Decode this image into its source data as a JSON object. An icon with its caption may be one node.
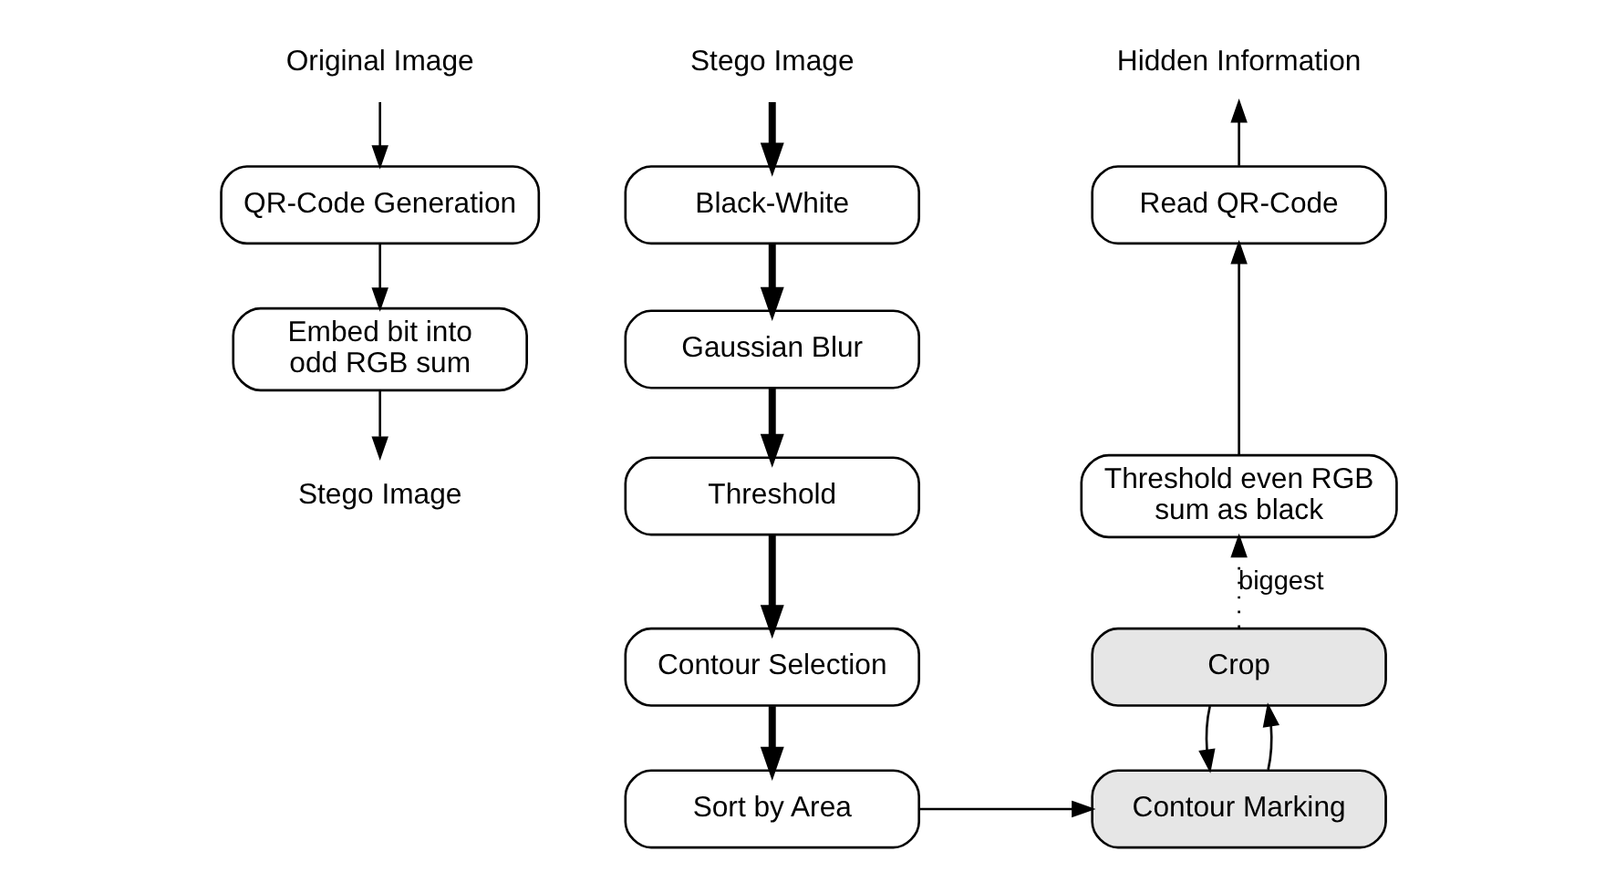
{
  "diagram": {
    "nodes": [
      {
        "text": [
          "Original Image"
        ]
      },
      {
        "text": [
          "QR-Code Generation"
        ]
      },
      {
        "text": [
          "Embed bit into odd RGB sum"
        ]
      },
      {
        "text": [
          "Stego Image"
        ]
      },
      {
        "text": [
          "Stego Image"
        ]
      },
      {
        "text": [
          "Black-White"
        ]
      },
      {
        "text": [
          "Gaussian Blur"
        ]
      },
      {
        "text": [
          "Threshold"
        ]
      },
      {
        "text": [
          "Contour Selection"
        ]
      },
      {
        "text": [
          "Sort by Area"
        ]
      },
      {
        "text": [
          "Hidden Information"
        ]
      },
      {
        "text": [
          "Read QR-Code"
        ]
      },
      {
        "text": [
          "Threshold even RGB sum as black"
        ]
      },
      {
        "text": [
          "Crop"
        ]
      },
      {
        "text": [
          "Contour Marking"
        ]
      }
    ],
    "edges": [
      {
        "from": 0,
        "to": 1,
        "arrow": "to"
      },
      {
        "from": 1,
        "to": 2,
        "arrow": "to"
      },
      {
        "from": 2,
        "to": 3,
        "arrow": "to"
      },
      {
        "from": 4,
        "to": 5,
        "arrow": "to",
        "style": "thick"
      },
      {
        "from": 5,
        "to": 6,
        "arrow": "to",
        "style": "thick"
      },
      {
        "from": 6,
        "to": 7,
        "arrow": "to",
        "style": "thick"
      },
      {
        "from": 7,
        "to": 8,
        "arrow": "to",
        "style": "thick"
      },
      {
        "from": 8,
        "to": 9,
        "arrow": "to",
        "style": "thick"
      },
      {
        "from": 9,
        "to": 14,
        "arrow": "to"
      },
      {
        "from": 14,
        "to": 13,
        "arrow": "to"
      },
      {
        "from": 13,
        "to": 14,
        "arrow": "to"
      },
      {
        "from": 13,
        "to": 12,
        "arrow": "to",
        "style": "dashed",
        "label": "biggest"
      },
      {
        "from": 12,
        "to": 11,
        "arrow": "to"
      },
      {
        "from": 11,
        "to": 10,
        "arrow": "to"
      }
    ]
  }
}
